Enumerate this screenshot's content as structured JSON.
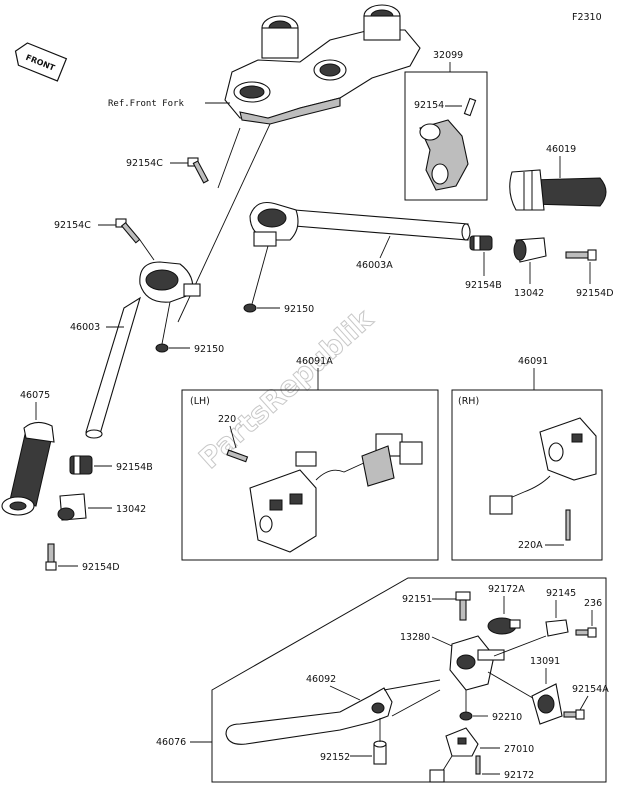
{
  "figure_id": "F2310",
  "front_label": "FRONT",
  "watermark": "PartsRepublik",
  "ref_note": "Ref.Front Fork",
  "group_labels": {
    "lh": "(LH)",
    "rh": "(RH)"
  },
  "callouts": {
    "c32099": "32099",
    "c92154_top": "92154",
    "c46019": "46019",
    "c92154C_a": "92154C",
    "c92154C_b": "92154C",
    "c46003A": "46003A",
    "c92154B_r": "92154B",
    "c13042_r": "13042",
    "c92154D_r": "92154D",
    "c46003": "46003",
    "c92150_a": "92150",
    "c92150_b": "92150",
    "c46091A": "46091A",
    "c46091": "46091",
    "c220": "220",
    "c46075": "46075",
    "c92154B_l": "92154B",
    "c13042_l": "13042",
    "c92154D_l": "92154D",
    "c220A": "220A",
    "c92151": "92151",
    "c92172A": "92172A",
    "c92145": "92145",
    "c236": "236",
    "c13280": "13280",
    "c13091": "13091",
    "c46092": "46092",
    "c92154A": "92154A",
    "c92210": "92210",
    "c46076": "46076",
    "c27010": "27010",
    "c92152": "92152",
    "c92172": "92172"
  }
}
